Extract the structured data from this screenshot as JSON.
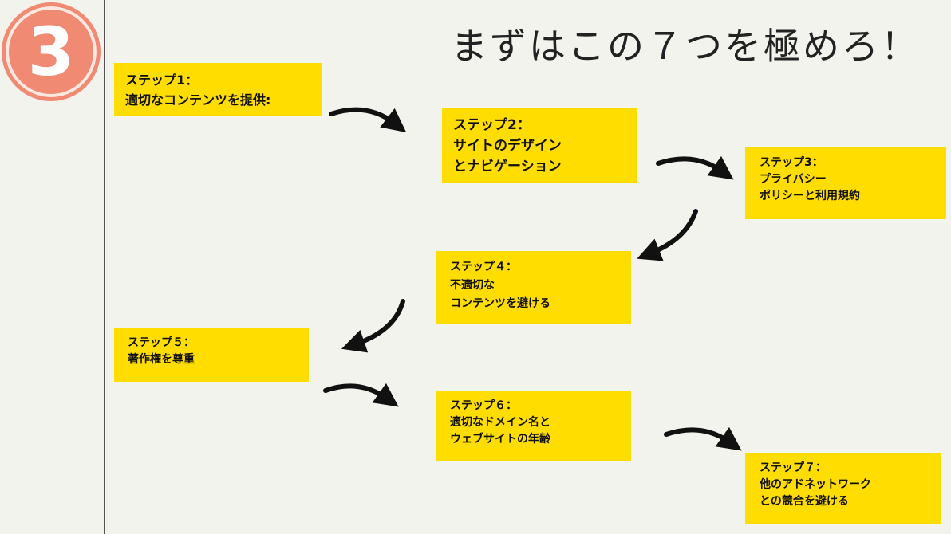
{
  "badge": {
    "number": "3"
  },
  "title": "まずはこの７つを極めろ！",
  "steps": [
    {
      "heading": "ステップ1：",
      "lines": [
        "適切なコンテンツを提供:"
      ]
    },
    {
      "heading": "ステップ2：",
      "lines": [
        "サイトのデザイン",
        "とナビゲーション"
      ]
    },
    {
      "heading": "ステップ3：",
      "lines": [
        "プライバシー",
        "ポリシーと利用規約"
      ]
    },
    {
      "heading": "ステップ４：",
      "lines": [
        "不適切な",
        "コンテンツを避ける"
      ]
    },
    {
      "heading": "ステップ５：",
      "lines": [
        "著作権を尊重"
      ]
    },
    {
      "heading": "ステップ６：",
      "lines": [
        "適切なドメイン名と",
        "ウェブサイトの年齢"
      ]
    },
    {
      "heading": "ステップ７：",
      "lines": [
        "他のアドネットワーク",
        "との競合を避ける"
      ]
    }
  ],
  "colors": {
    "step_box": "#ffdd00",
    "badge": "#f08a72",
    "background": "#f3f3ee",
    "arrow": "#111111"
  }
}
